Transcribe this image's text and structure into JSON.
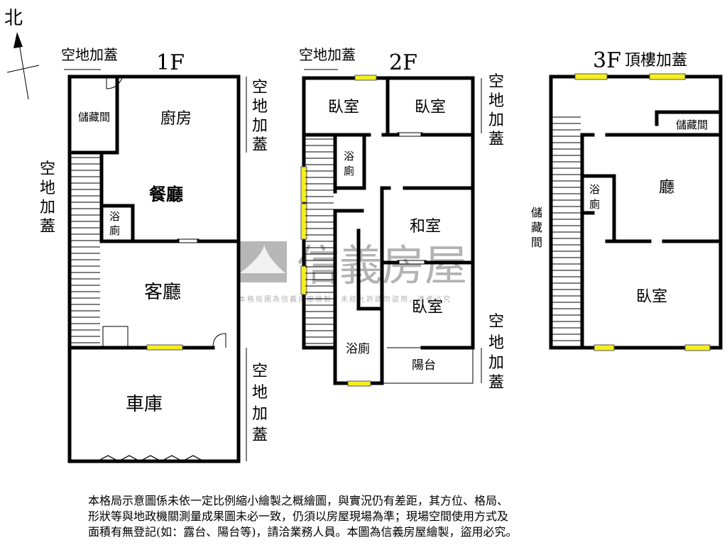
{
  "north": "北",
  "watermark": {
    "brand": "信義房屋",
    "notice": "本格局圖為信義房屋繪製，未經允許請勿盜用，違者必究"
  },
  "floor1": {
    "title": "1F",
    "open_top": "空地加蓋",
    "open_left": [
      "空",
      "地",
      "加",
      "蓋"
    ],
    "open_right_top": [
      "空",
      "地",
      "加",
      "蓋"
    ],
    "open_right_bottom": [
      "空",
      "地",
      "加",
      "蓋"
    ],
    "rooms": {
      "storage": "儲藏間",
      "kitchen": "廚房",
      "dining": "餐廳",
      "bath": [
        "浴",
        "廁"
      ],
      "living": "客廳",
      "garage": "車庫"
    }
  },
  "floor2": {
    "title": "2F",
    "open_top": "空地加蓋",
    "open_right_top": [
      "空",
      "地",
      "加",
      "蓋"
    ],
    "open_right_bottom": [
      "空",
      "地",
      "加",
      "蓋"
    ],
    "rooms": {
      "bedroom_a": "臥室",
      "bedroom_b": "臥室",
      "bath_top": [
        "浴",
        "廁"
      ],
      "tatami": "和室",
      "bedroom_c": "臥室",
      "bath_bottom": "浴廁",
      "balcony": "陽台"
    }
  },
  "floor3": {
    "title": "3F",
    "subtitle": "頂樓加蓋",
    "side_storage": [
      "儲",
      "藏",
      "間"
    ],
    "rooms": {
      "storage": "儲藏間",
      "hall": "廳",
      "bath": [
        "浴",
        "廁"
      ],
      "bedroom": "臥室"
    }
  },
  "disclaimer": [
    "本格局示意圖係未依一定比例縮小繪製之概繪圖，與實況仍有差距，其方位、格局、",
    "形狀等與地政機關測量成果圖未必一致，仍須以房屋現場為準；現場空間使用方式及",
    "面積有無登記(如：露台、陽台等)，請洽業務人員。本圖為信義房屋繪製，盜用必究。"
  ],
  "colors": {
    "window": "#f5ef20",
    "watermark": "#999999"
  }
}
